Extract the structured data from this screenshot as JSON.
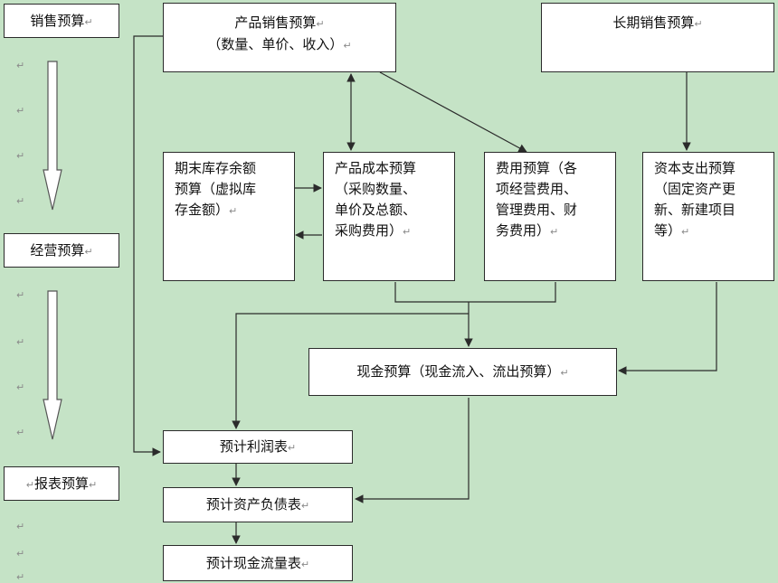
{
  "colors": {
    "background": "#c5e3c6",
    "box_fill": "#ffffff",
    "line": "#2b2b2b",
    "para_mark": "#8a8a8a"
  },
  "para_mark": "↵",
  "sidebar": {
    "sales_budget": "销售预算",
    "operating_budget": "经营预算",
    "report_budget": "报表预算"
  },
  "nodes": {
    "product_sales": {
      "line1": "产品销售预算",
      "line2": "（数量、单价、收入）"
    },
    "long_term_sales": {
      "line1": "长期销售预算"
    },
    "ending_inventory": {
      "line1": "期末库存余额",
      "line2": "预算（虚拟库",
      "line3": "存金额）"
    },
    "product_cost": {
      "line1": "产品成本预算",
      "line2": "（采购数量、",
      "line3": "单价及总额、",
      "line4": "采购费用）"
    },
    "expense": {
      "line1": "费用预算（各",
      "line2": "项经营费用、",
      "line3": "管理费用、财",
      "line4": "务费用）"
    },
    "capital_expenditure": {
      "line1": "资本支出预算",
      "line2": "（固定资产更",
      "line3": "新、新建项目",
      "line4": "等）"
    },
    "cash": {
      "line1": "现金预算（现金流入、流出预算）"
    },
    "income_statement": {
      "line1": "预计利润表"
    },
    "balance_sheet": {
      "line1": "预计资产负债表"
    },
    "cash_flow_statement": {
      "line1": "预计现金流量表"
    }
  }
}
